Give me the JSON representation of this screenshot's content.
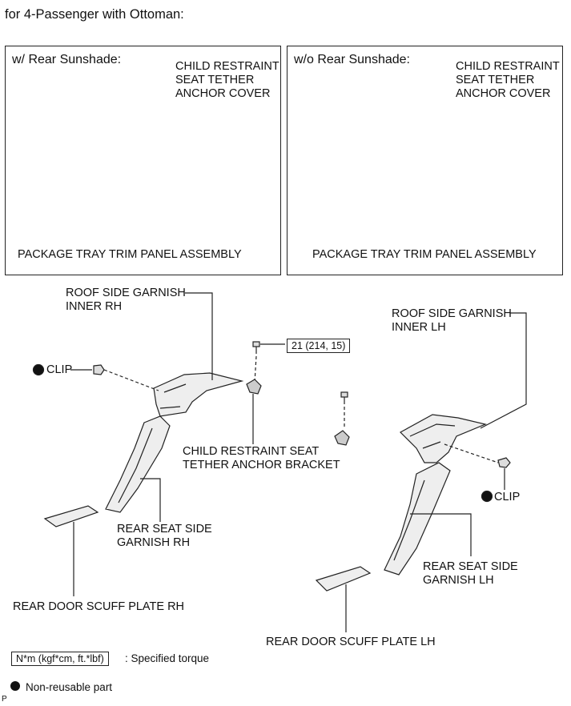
{
  "title": "for 4-Passenger with Ottoman:",
  "panels": {
    "left": {
      "title": "w/ Rear Sunshade:",
      "cover_label": [
        "CHILD RESTRAINT",
        "SEAT TETHER",
        "ANCHOR COVER"
      ],
      "tray_label": "PACKAGE TRAY TRIM PANEL ASSEMBLY"
    },
    "right": {
      "title": "w/o Rear Sunshade:",
      "cover_label": [
        "CHILD RESTRAINT",
        "SEAT TETHER",
        "ANCHOR COVER"
      ],
      "tray_label": "PACKAGE TRAY TRIM PANEL ASSEMBLY"
    }
  },
  "parts": {
    "roof_rh": [
      "ROOF SIDE GARNISH",
      "INNER RH"
    ],
    "roof_lh": [
      "ROOF SIDE GARNISH",
      "INNER LH"
    ],
    "clip_left": "CLIP",
    "clip_right": "CLIP",
    "torque_value": "21 (214, 15)",
    "bracket": [
      "CHILD RESTRAINT SEAT",
      "TETHER ANCHOR BRACKET"
    ],
    "rear_seat_rh": [
      "REAR SEAT SIDE",
      "GARNISH RH"
    ],
    "rear_seat_lh": [
      "REAR SEAT SIDE",
      "GARNISH LH"
    ],
    "scuff_rh": "REAR DOOR SCUFF PLATE RH",
    "scuff_lh": "REAR DOOR SCUFF PLATE LH"
  },
  "legend": {
    "torque_units": "N*m (kgf*cm, ft.*lbf)",
    "torque_desc": ": Specified torque",
    "nonreusable": "Non-reusable part"
  },
  "corner_mark": "P"
}
